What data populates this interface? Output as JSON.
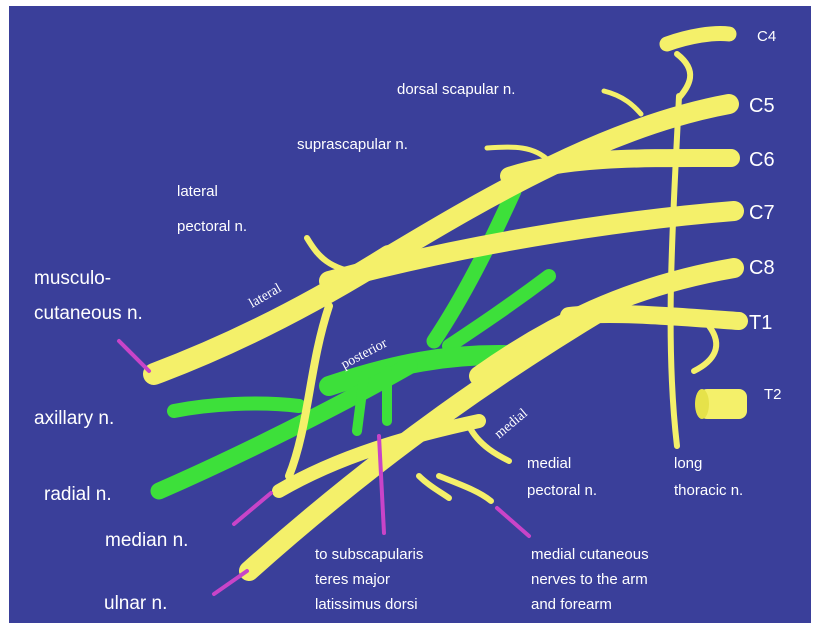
{
  "roots": {
    "c4": "C4",
    "c5": "C5",
    "c6": "C6",
    "c7": "C7",
    "c8": "C8",
    "t1": "T1",
    "t2": "T2"
  },
  "cords": {
    "lateral": "lateral",
    "posterior": "posterior",
    "medial": "medial"
  },
  "labels": {
    "dorsal_scapular": "dorsal scapular n.",
    "suprascapular": "suprascapular n.",
    "lateral_pectoral_1": "lateral",
    "lateral_pectoral_2": "pectoral n.",
    "musculo_1": "musculo-",
    "musculo_2": "cutaneous n.",
    "axillary": "axillary n.",
    "radial": "radial n.",
    "median": "median n.",
    "ulnar": "ulnar n.",
    "medial_pectoral_1": "medial",
    "medial_pectoral_2": "pectoral n.",
    "long_thoracic_1": "long",
    "long_thoracic_2": "thoracic n.",
    "subscap_1": "to subscapularis",
    "subscap_2": "teres major",
    "subscap_3": "latissimus dorsi",
    "medcut_1": "medial cutaneous",
    "medcut_2": "nerves to the arm",
    "medcut_3": "and forearm"
  },
  "colors": {
    "background": "#3a3f9a",
    "nerve_yellow": "#f4f06a",
    "posterior_green": "#3de03a",
    "pointer_magenta": "#c844c8"
  }
}
